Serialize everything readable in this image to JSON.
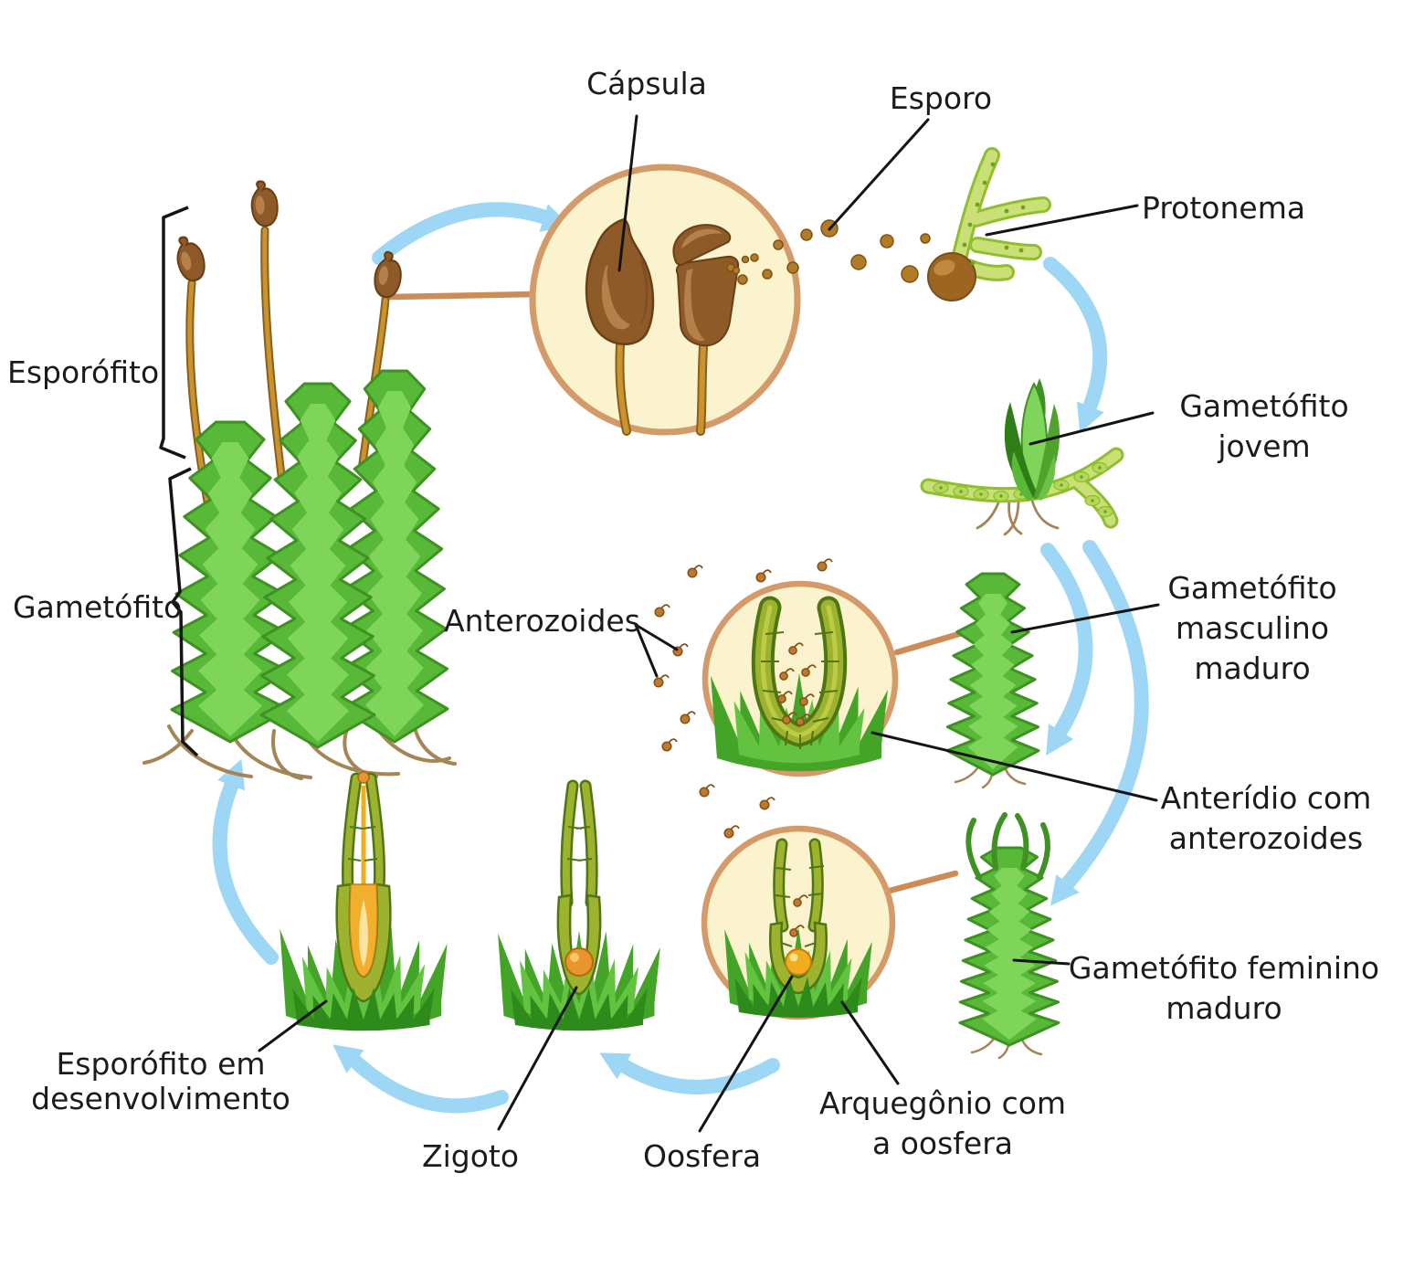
{
  "labels": {
    "capsula": "Cápsula",
    "esporo": "Esporo",
    "protonema": "Protonema",
    "gametofito_jovem": {
      "line1": "Gametófito",
      "line2": "jovem"
    },
    "esporofito": "Esporófito",
    "gametofito": "Gametófito",
    "anterozoides": "Anterozoides",
    "gametofito_masculino": {
      "line1": "Gametófito",
      "line2": "masculino",
      "line3": "maduro"
    },
    "anteridio": {
      "line1": "Anterídio com",
      "line2": "anterozoides"
    },
    "gametofito_feminino": {
      "line1": "Gametófito feminino",
      "line2": "maduro"
    },
    "arquegonio": {
      "line1": "Arquegônio com",
      "line2": "a oosfera"
    },
    "oosfera": "Oosfera",
    "zigoto": "Zigoto",
    "esporofito_em_desenvolvimento": {
      "line1": "Esporófito em",
      "line2": "desenvolvimento"
    }
  },
  "colors": {
    "background": "#ffffff",
    "text": "#1b1b1b",
    "arrow_blue": "#9ED7F5",
    "zoom_circle_fill": "#FAF3CD",
    "zoom_circle_border": "#D49A6A",
    "connector_tan": "#CD8C55",
    "pointer_black": "#141414",
    "moss_green": "#58B838",
    "moss_green_dark": "#3E9122",
    "moss_green_light": "#7FD45A",
    "leaf_green_dark": "#44A427",
    "leaf_green_light": "#63C23F",
    "grass_green": "#2E8A1B",
    "protonema_green": "#C9E077",
    "protonema_outline": "#8FBE2F",
    "olive_structure": "#9DB32F",
    "olive_dark": "#4F7613",
    "capsule_brown": "#8D5A28",
    "capsule_brown_dark": "#6B3F16",
    "capsule_highlight": "#B5804A",
    "spore_brown": "#B07C28",
    "spore_outline": "#7E5215",
    "sperm_brown": "#BA7A30",
    "sperm_outline": "#8A4E15",
    "stalk_gold": "#C9932F",
    "stalk_dark": "#8A5E1B",
    "rhizoid_brown": "#A58455",
    "egg_yellow": "#F0AE1F",
    "zygote_orange": "#E8952B",
    "embryo_light": "#FBE49E"
  }
}
